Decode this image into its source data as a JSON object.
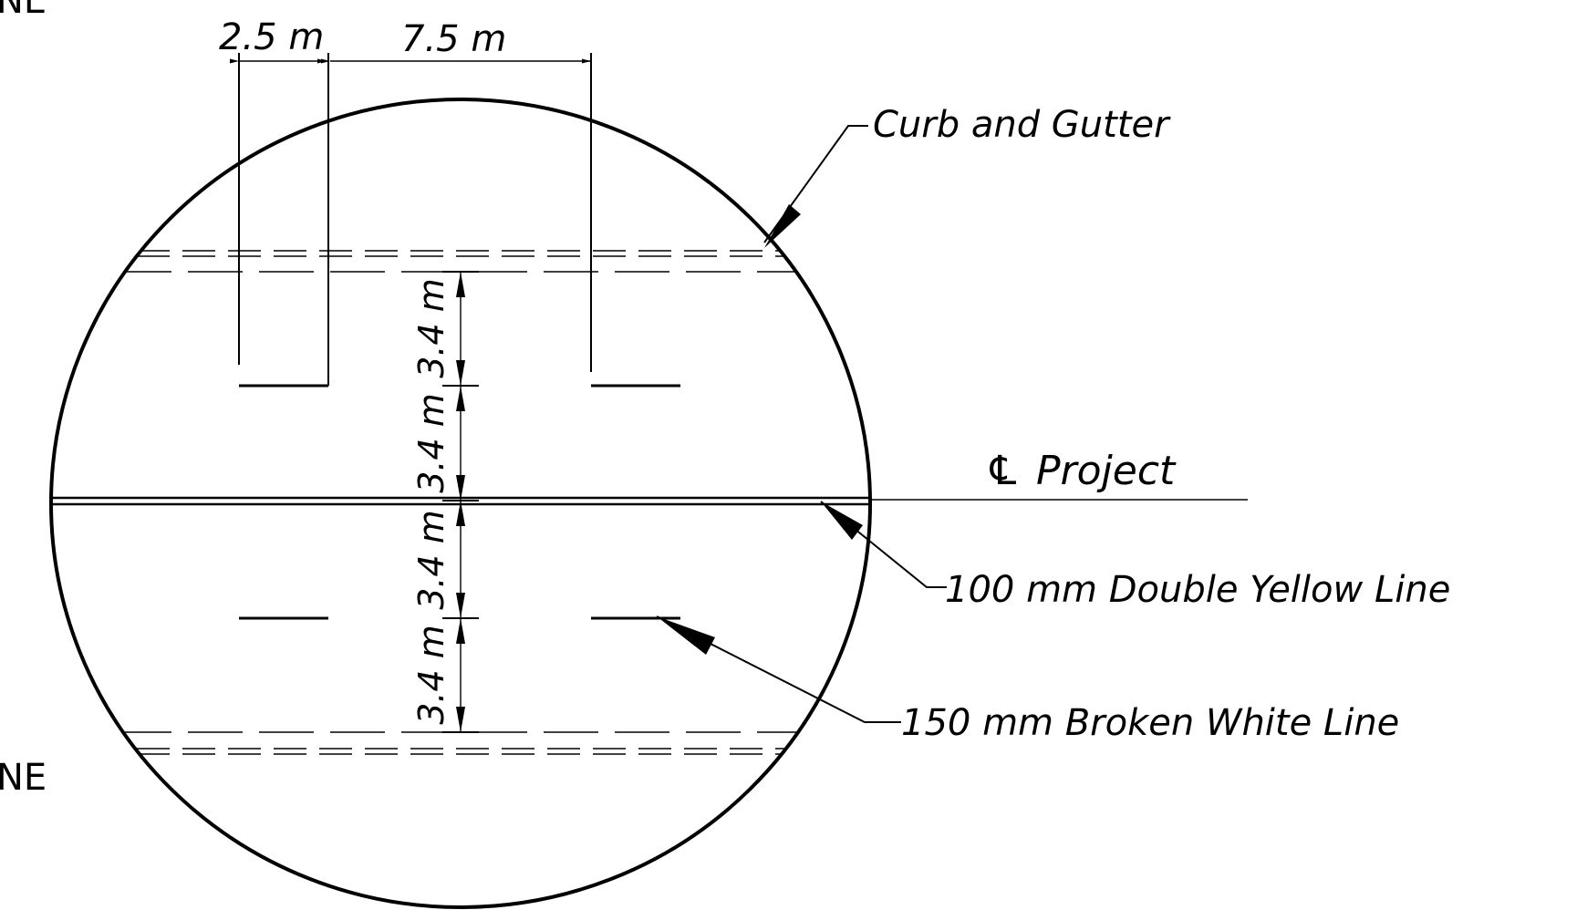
{
  "drawing": {
    "fragments": {
      "top_left": "NE",
      "bottom_left": "NE"
    },
    "dimensions": {
      "width_a": "2.5 m",
      "width_b": "7.5 m",
      "lane_1": "3.4 m",
      "lane_2": "3.4 m",
      "lane_3": "3.4 m",
      "lane_4": "3.4 m"
    },
    "callouts": {
      "curb": "Curb and Gutter",
      "centerline_symbol": "℄",
      "centerline": "Project",
      "double_yellow": "100 mm Double Yellow Line",
      "broken_white": "150 mm Broken White Line"
    }
  }
}
